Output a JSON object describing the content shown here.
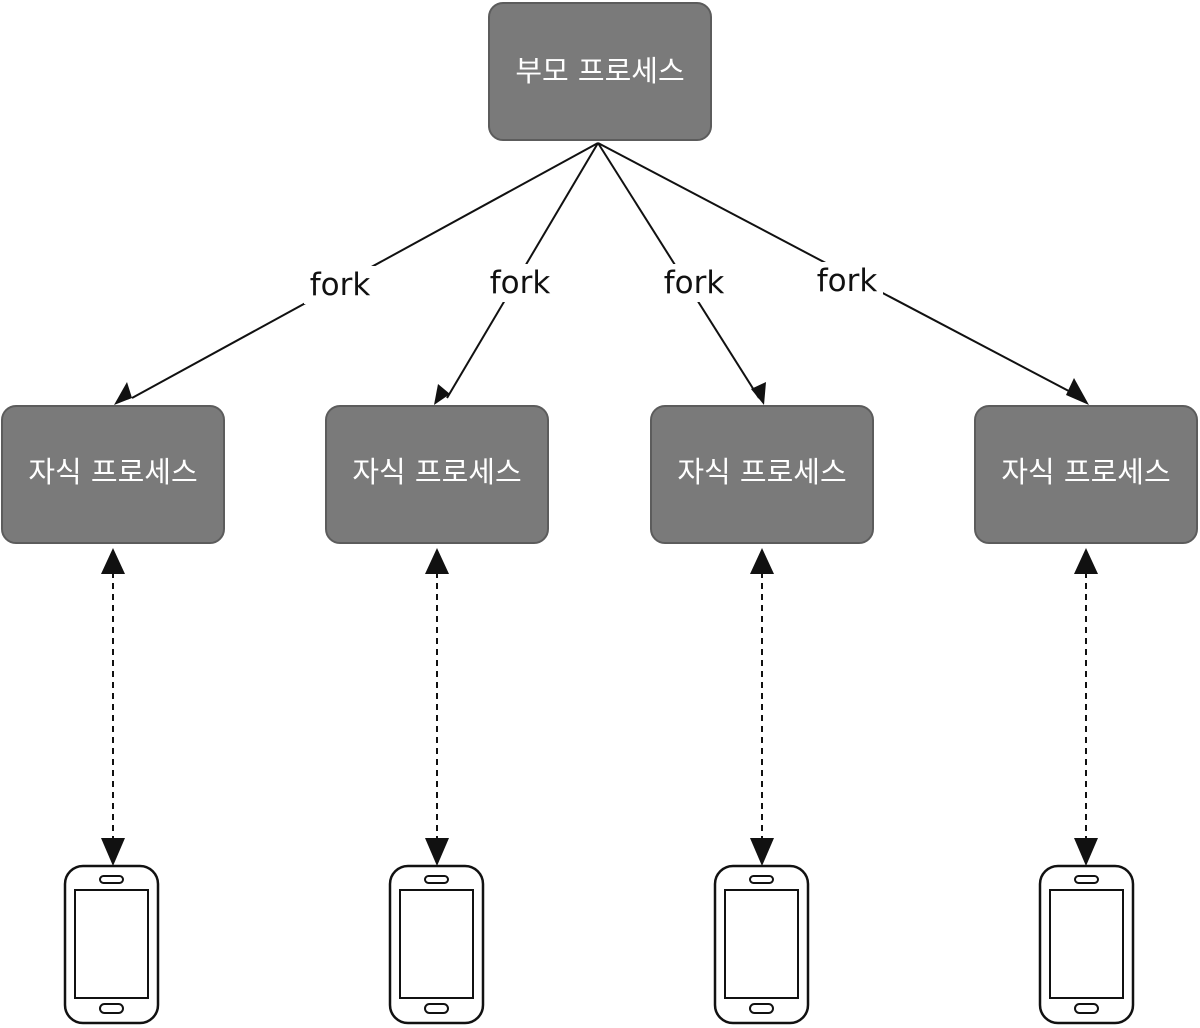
{
  "parent": {
    "label": "부모 프로세스"
  },
  "children": [
    {
      "label": "자식 프로세스",
      "edge_label": "fork"
    },
    {
      "label": "자식 프로세스",
      "edge_label": "fork"
    },
    {
      "label": "자식 프로세스",
      "edge_label": "fork"
    },
    {
      "label": "자식 프로세스",
      "edge_label": "fork"
    }
  ],
  "clients": [
    {
      "icon": "smartphone-icon"
    },
    {
      "icon": "smartphone-icon"
    },
    {
      "icon": "smartphone-icon"
    },
    {
      "icon": "smartphone-icon"
    }
  ],
  "colors": {
    "box_fill": "#7a7a7a",
    "box_text": "#ffffff",
    "line": "#111111"
  }
}
